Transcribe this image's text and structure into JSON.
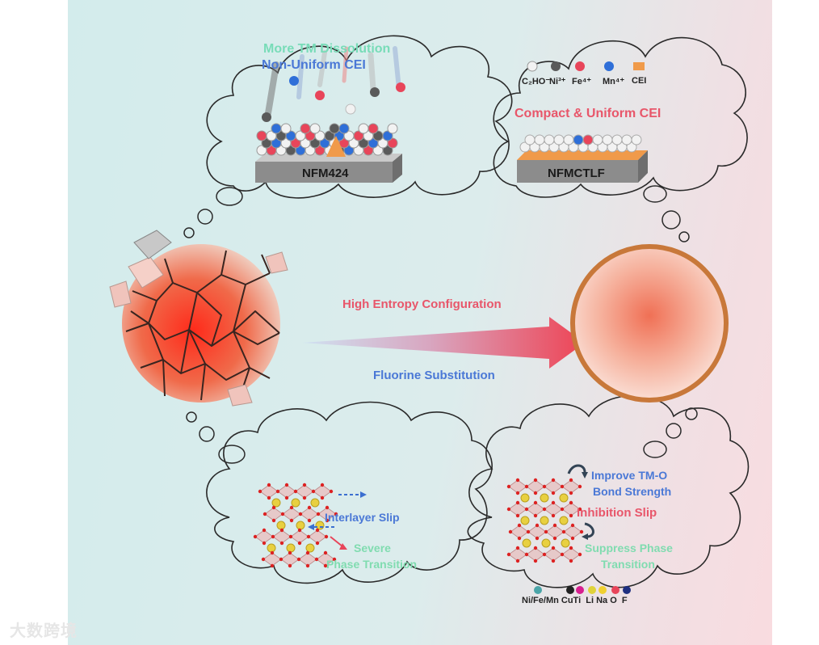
{
  "top_left": {
    "line1": "More TM Dissolution",
    "line2": "Non-Uniform CEI",
    "slab": "NFM424"
  },
  "top_right": {
    "legend": [
      "C₂HO⁻",
      "Ni³⁺",
      "Fe⁴⁺",
      "Mn⁴⁺",
      "CEI"
    ],
    "title": "Compact & Uniform CEI",
    "slab": "NFMCTLF"
  },
  "center": {
    "top": "High Entropy Configuration",
    "bottom": "Fluorine Substitution"
  },
  "bottom_left": {
    "slip": "Interlayer Slip",
    "severe": "Severe",
    "phase": "Phase Transition"
  },
  "bottom_right": {
    "improve1": "Improve TM-O",
    "improve2": "Bond Strength",
    "inhibit": "Inhibition Slip",
    "suppress1": "Suppress Phase",
    "suppress2": "Transition",
    "legend": "Ni/Fe/Mn CuTi  Li Na O  F"
  },
  "watermark": "大数跨境",
  "colors": {
    "white_atom": "#f2f2f2",
    "grey_atom": "#5a5a5a",
    "red_atom": "#e8455a",
    "blue_atom": "#2f6fd8",
    "cei": "#f09a4a"
  }
}
